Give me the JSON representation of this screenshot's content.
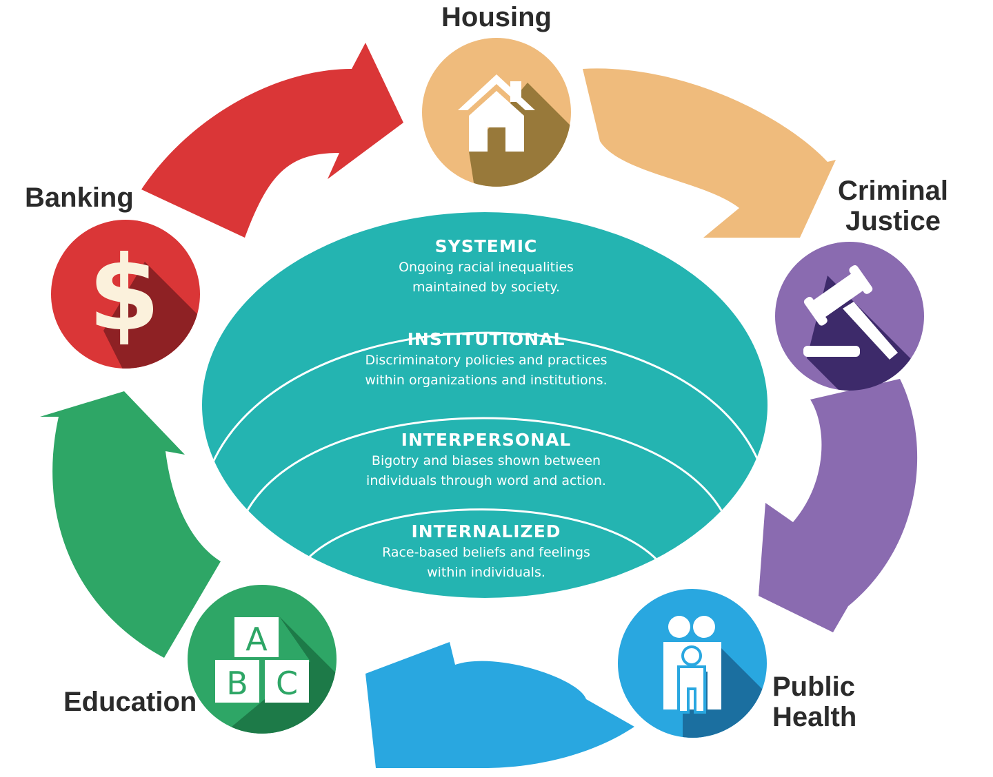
{
  "labels": {
    "housing": "Housing",
    "criminal_justice": [
      "Criminal",
      "Justice"
    ],
    "banking": "Banking",
    "education": "Education",
    "public_health": [
      "Public",
      "Health"
    ]
  },
  "layers": [
    {
      "title": "SYSTEMIC",
      "desc": [
        "Ongoing racial inequalities",
        "maintained by society."
      ]
    },
    {
      "title": "INSTITUTIONAL",
      "desc": [
        "Discriminatory policies and practices",
        "within organizations and institutions."
      ]
    },
    {
      "title": "INTERPERSONAL",
      "desc": [
        "Bigotry and biases shown between",
        "individuals through word and action."
      ]
    },
    {
      "title": "INTERNALIZED",
      "desc": [
        "Race-based beliefs and feelings",
        "within individuals."
      ]
    }
  ],
  "icons": {
    "housing": "house-icon",
    "criminal_justice": "gavel-icon",
    "banking": "dollar-icon",
    "education": "abc-blocks-icon",
    "public_health": "family-icon"
  },
  "blocks": {
    "a": "A",
    "b": "B",
    "c": "C"
  },
  "dollar_sign": "$",
  "colors": {
    "red": "#DA3637",
    "orange": "#EFBB7C",
    "purple": "#8A6BB0",
    "blue": "#29A7E0",
    "green": "#2EA666",
    "teal": "#24B4B1"
  }
}
